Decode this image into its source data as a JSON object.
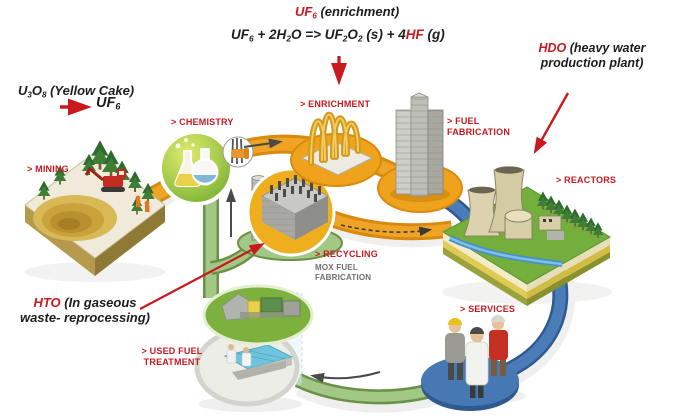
{
  "colors": {
    "annotation_red": "#C8191F",
    "text_black": "#1d1d1b",
    "sub_text_gray": "#6D6E71",
    "orange_path": "#F0A425",
    "blue_path": "#4A7CB8",
    "green_path": "#A3C785",
    "recycling_circle_yellow": "#EFAE1E"
  },
  "top_annotation": {
    "title_uf": "UF",
    "title_sub": "6",
    "title_rest": " (enrichment)",
    "eq_p1": "UF",
    "eq_s1": "6",
    "eq_p2": " + 2H",
    "eq_s2": "2",
    "eq_p3": "O => UF",
    "eq_s3": "2",
    "eq_p4": "O",
    "eq_s4": "2",
    "eq_p5": " (s) + 4",
    "eq_hf": "HF",
    "eq_p6": " (g)"
  },
  "hdo_annotation": {
    "red": "HDO",
    "line1_rest": " (heavy water",
    "line2": "production plant)"
  },
  "yellowcake_annotation": {
    "u": "U",
    "s1": "3",
    "o": "O",
    "s2": "8",
    "rest": " (Yellow Cake)",
    "product": "UF",
    "product_sub": "6"
  },
  "hto_annotation": {
    "red": "HTO",
    "line1_rest": " (In gaseous",
    "line2": "waste- reprocessing)"
  },
  "stages": {
    "mining": "> MINING",
    "chemistry": "> CHEMISTRY",
    "enrichment": "> ENRICHMENT",
    "fuel_fabrication_line1": "> FUEL",
    "fuel_fabrication_line2": "FABRICATION",
    "reactors": "> REACTORS",
    "recycling": "> RECYCLING",
    "recycling_sub_line1": "MOX FUEL",
    "recycling_sub_line2": "FABRICATION",
    "used_fuel_line1": "> USED FUEL",
    "used_fuel_line2": "TREATMENT",
    "services": "> SERVICES"
  }
}
